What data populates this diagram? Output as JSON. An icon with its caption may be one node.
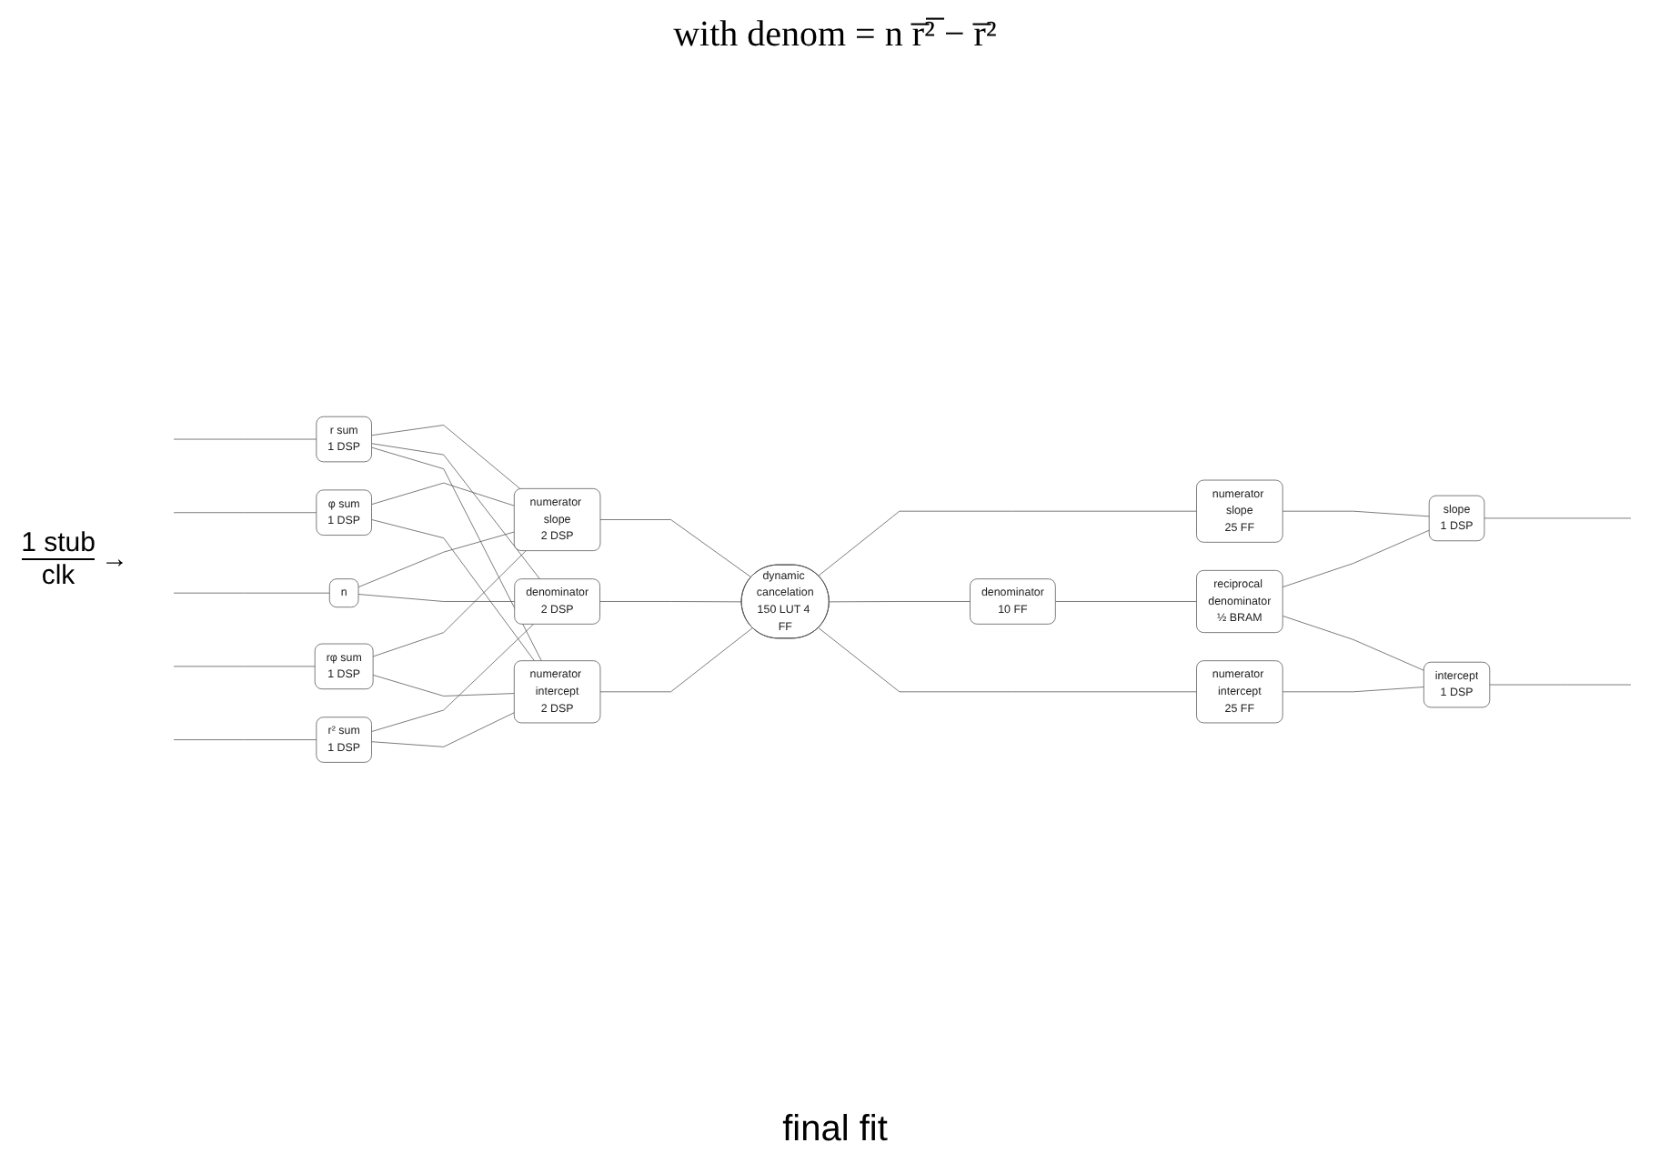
{
  "diagram": {
    "caption": "final fit",
    "nodes": [
      {
        "text": [
          "r sum",
          "1 DSP"
        ]
      },
      {
        "text": [
          "φ sum",
          "1 DSP"
        ]
      },
      {
        "text": [
          "rφ sum",
          "1 DSP"
        ]
      },
      {
        "text": [
          "r² sum",
          "1 DSP"
        ]
      },
      {
        "text": [
          "n"
        ]
      },
      {
        "text": [
          "numerator slope",
          "2 DSP"
        ]
      },
      {
        "text": [
          "denominator",
          "2 DSP"
        ]
      },
      {
        "text": [
          "numerator intercept",
          "2 DSP"
        ]
      },
      {
        "text": [
          "dynamic cancelation",
          "150 LUT 4 FF"
        ]
      },
      {
        "text": [
          "numerator slope",
          "25 FF"
        ]
      },
      {
        "text": [
          "denominator",
          "10 FF"
        ]
      },
      {
        "text": [
          "numerator intercept",
          "25 FF"
        ]
      },
      {
        "text": [
          "reciprocal denominator",
          "½ BRAM"
        ]
      },
      {
        "text": [
          "slope",
          "1 DSP"
        ]
      },
      {
        "text": [
          "intercept",
          "1 DSP"
        ]
      }
    ],
    "edges": [
      {
        "from": null,
        "to": 0,
        "arrow": "none"
      },
      {
        "from": null,
        "to": 1,
        "arrow": "none"
      },
      {
        "from": null,
        "to": 2,
        "arrow": "none"
      },
      {
        "from": null,
        "to": 3,
        "arrow": "none"
      },
      {
        "from": null,
        "to": 4,
        "arrow": "none"
      },
      {
        "from": 0,
        "to": 5,
        "arrow": "none"
      },
      {
        "from": 0,
        "to": 6,
        "arrow": "none"
      },
      {
        "from": 0,
        "to": 7,
        "arrow": "none"
      },
      {
        "from": 1,
        "to": 5,
        "arrow": "none"
      },
      {
        "from": 1,
        "to": 7,
        "arrow": "none"
      },
      {
        "from": 2,
        "to": 5,
        "arrow": "none"
      },
      {
        "from": 2,
        "to": 7,
        "arrow": "none"
      },
      {
        "from": 3,
        "to": 6,
        "arrow": "none"
      },
      {
        "from": 3,
        "to": 7,
        "arrow": "none"
      },
      {
        "from": 4,
        "to": 5,
        "arrow": "none"
      },
      {
        "from": 4,
        "to": 6,
        "arrow": "none"
      },
      {
        "from": 5,
        "to": 8,
        "arrow": "none"
      },
      {
        "from": 6,
        "to": 8,
        "arrow": "none"
      },
      {
        "from": 7,
        "to": 8,
        "arrow": "none"
      },
      {
        "from": 8,
        "to": 9,
        "arrow": "none"
      },
      {
        "from": 8,
        "to": 10,
        "arrow": "none"
      },
      {
        "from": 8,
        "to": 11,
        "arrow": "none"
      },
      {
        "from": 10,
        "to": 12,
        "arrow": "none"
      },
      {
        "from": 9,
        "to": 13,
        "arrow": "none"
      },
      {
        "from": 12,
        "to": 13,
        "arrow": "none"
      },
      {
        "from": 12,
        "to": 14,
        "arrow": "none"
      },
      {
        "from": 11,
        "to": 14,
        "arrow": "none"
      },
      {
        "from": 13,
        "to": null,
        "arrow": "none"
      },
      {
        "from": 14,
        "to": null,
        "arrow": "none"
      }
    ],
    "labels": [
      "with denom = n r̅²̅ − r̅²",
      "1 stub",
      "clk",
      "→"
    ]
  }
}
